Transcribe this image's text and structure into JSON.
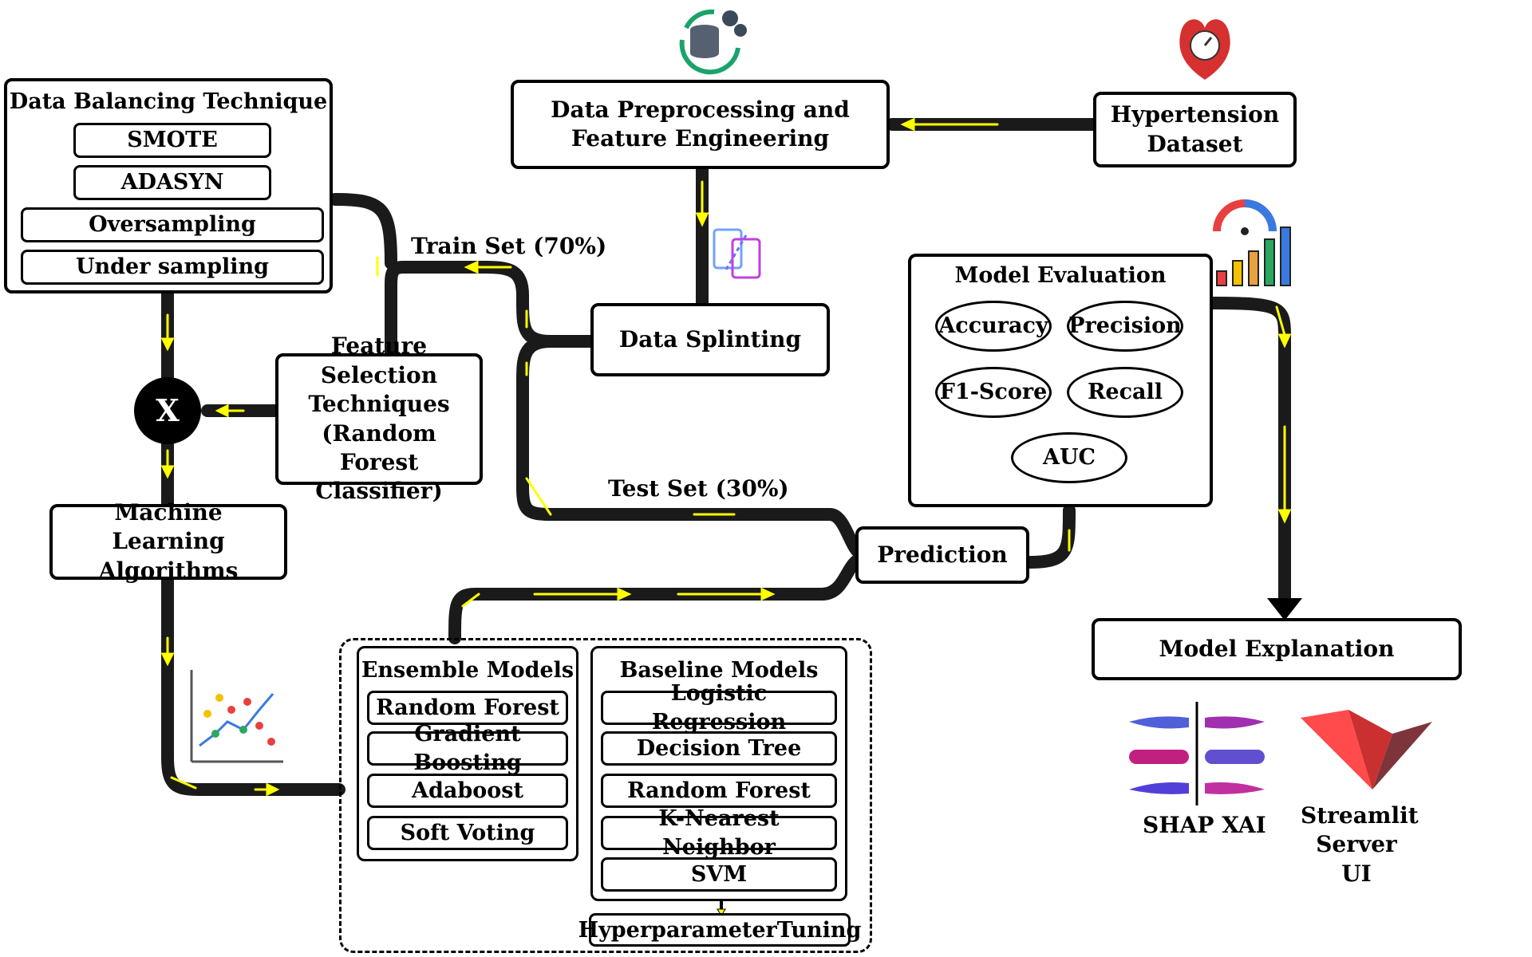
{
  "dataset": {
    "label": "Hypertension Dataset"
  },
  "preprocessing": {
    "label": "Data Preprocessing and Feature Engineering"
  },
  "splitting": {
    "label": "Data Splinting"
  },
  "train_label": "Train Set (70%)",
  "test_label": "Test Set (30%)",
  "balancing": {
    "title": "Data Balancing Technique",
    "items": [
      "SMOTE",
      "ADASYN",
      "Oversampling",
      "Under sampling"
    ]
  },
  "feature_selection": {
    "label": "Feature Selection Techniques (Random Forest Classifier)"
  },
  "merge_node": {
    "label": "X"
  },
  "ml": {
    "label": "Machine Learning Algorithms"
  },
  "ensemble": {
    "title": "Ensemble Models",
    "items": [
      "Random Forest",
      "Gradient Boosting",
      "Adaboost",
      "Soft Voting"
    ]
  },
  "baseline": {
    "title": "Baseline Models",
    "items": [
      "Logistic Regression",
      "Decision Tree",
      "Random Forest",
      "K-Nearest Neighbor",
      "SVM"
    ]
  },
  "tuning": {
    "label": "HyperparameterTuning"
  },
  "prediction": {
    "label": "Prediction"
  },
  "evaluation": {
    "title": "Model Evaluation",
    "metrics": [
      "Accuracy",
      "Precision",
      "F1-Score",
      "Recall",
      "AUC"
    ]
  },
  "explanation": {
    "label": "Model Explanation"
  },
  "shap": {
    "label": "SHAP XAI"
  },
  "streamlit": {
    "label": "Streamlit Server UI"
  },
  "colors": {
    "wire": "#1a1a1a",
    "arrow": "#ffff00",
    "streamlit": "#ff4b4b"
  }
}
